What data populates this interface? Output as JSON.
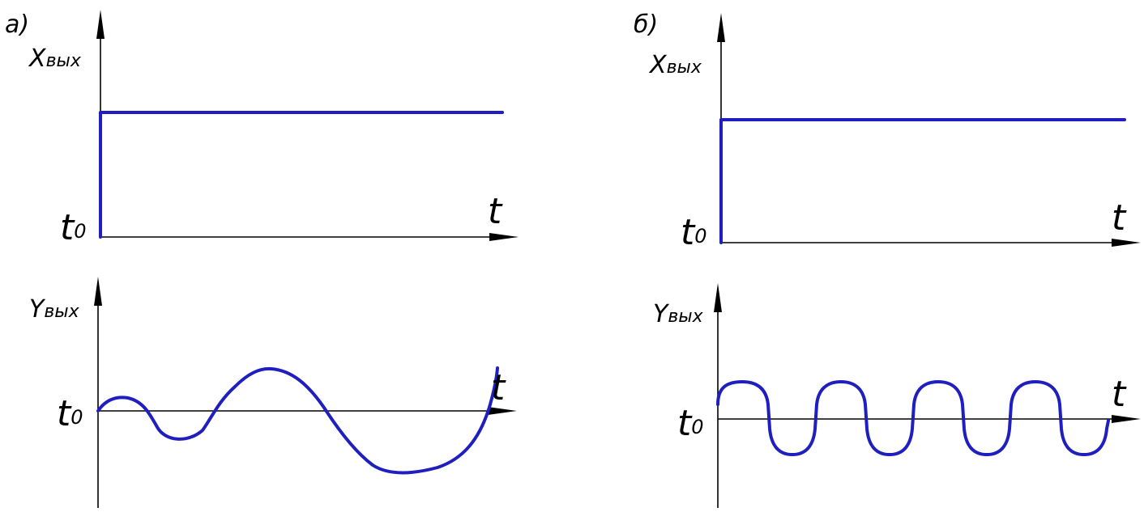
{
  "panels": [
    {
      "id": "a",
      "panel_label": "а)",
      "x_output_label": "X",
      "x_output_sub": "вых",
      "y_output_label": "Y",
      "y_output_sub": "вых",
      "t_label_top": "t",
      "t0_label_top": "t",
      "t0_sub_top": "0",
      "t_label_bottom": "t",
      "t0_label_bottom": "t",
      "t0_sub_bottom": "0",
      "response": "aperiodic irregular oscillation"
    },
    {
      "id": "b",
      "panel_label": "б)",
      "x_output_label": "X",
      "x_output_sub": "вых",
      "y_output_label": "Y",
      "y_output_sub": "вых",
      "t_label_top": "t",
      "t0_label_top": "t",
      "t0_sub_top": "0",
      "t_label_bottom": "t",
      "t0_label_bottom": "t",
      "t0_sub_bottom": "0",
      "response": "sustained periodic oscillation"
    }
  ],
  "colors": {
    "signal": "#1f1fbf",
    "axis": "#000000",
    "background": "#ffffff"
  }
}
